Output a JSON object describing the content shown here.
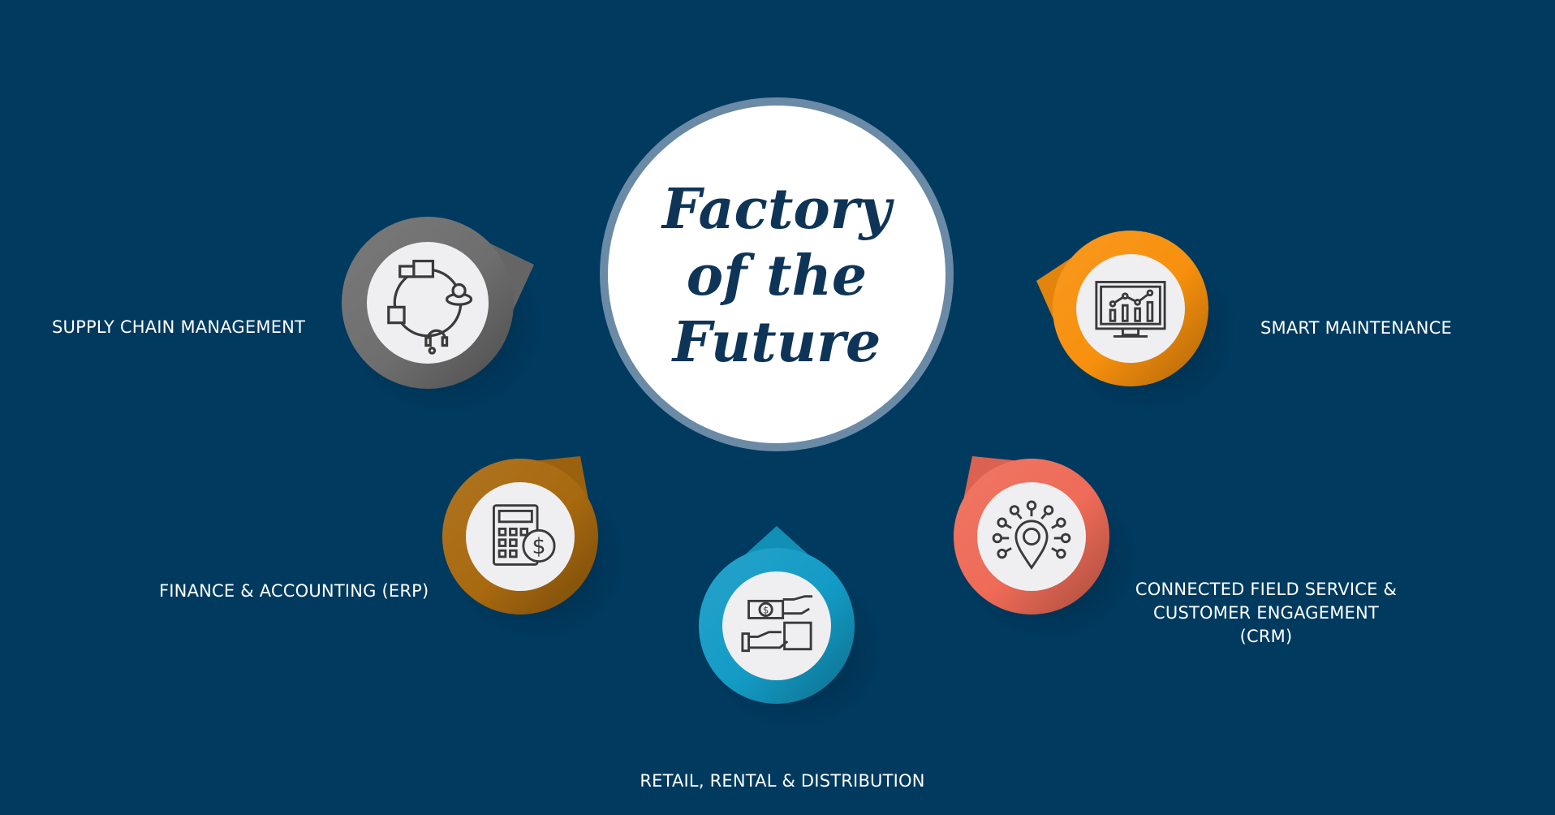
{
  "title": {
    "line1": "Factory",
    "line2": "of the",
    "line3": "Future"
  },
  "nodes": [
    {
      "id": "supply-chain",
      "label": "SUPPLY CHAIN MANAGEMENT",
      "icon": "supply-chain-cycle-icon",
      "color": "#6e6e6e"
    },
    {
      "id": "smart-maintenance",
      "label": "SMART MAINTENANCE",
      "icon": "monitor-chart-icon",
      "color": "#f7900d"
    },
    {
      "id": "finance",
      "label": "FINANCE & ACCOUNTING (ERP)",
      "icon": "calculator-dollar-icon",
      "color": "#a8690f"
    },
    {
      "id": "retail",
      "label": "RETAIL, RENTAL & DISTRIBUTION",
      "icon": "money-exchange-hands-icon",
      "color": "#139bc5"
    },
    {
      "id": "crm",
      "label_lines": [
        "CONNECTED FIELD SERVICE  &",
        "CUSTOMER ENGAGEMENT",
        "(CRM)"
      ],
      "icon": "location-network-icon",
      "color": "#ee6b57"
    }
  ],
  "colors": {
    "background": "#003a5f",
    "center_ring": "#6a8aa6",
    "title": "#0e3558",
    "inner": "#efeff1",
    "icon_stroke": "#3a3a3a"
  }
}
